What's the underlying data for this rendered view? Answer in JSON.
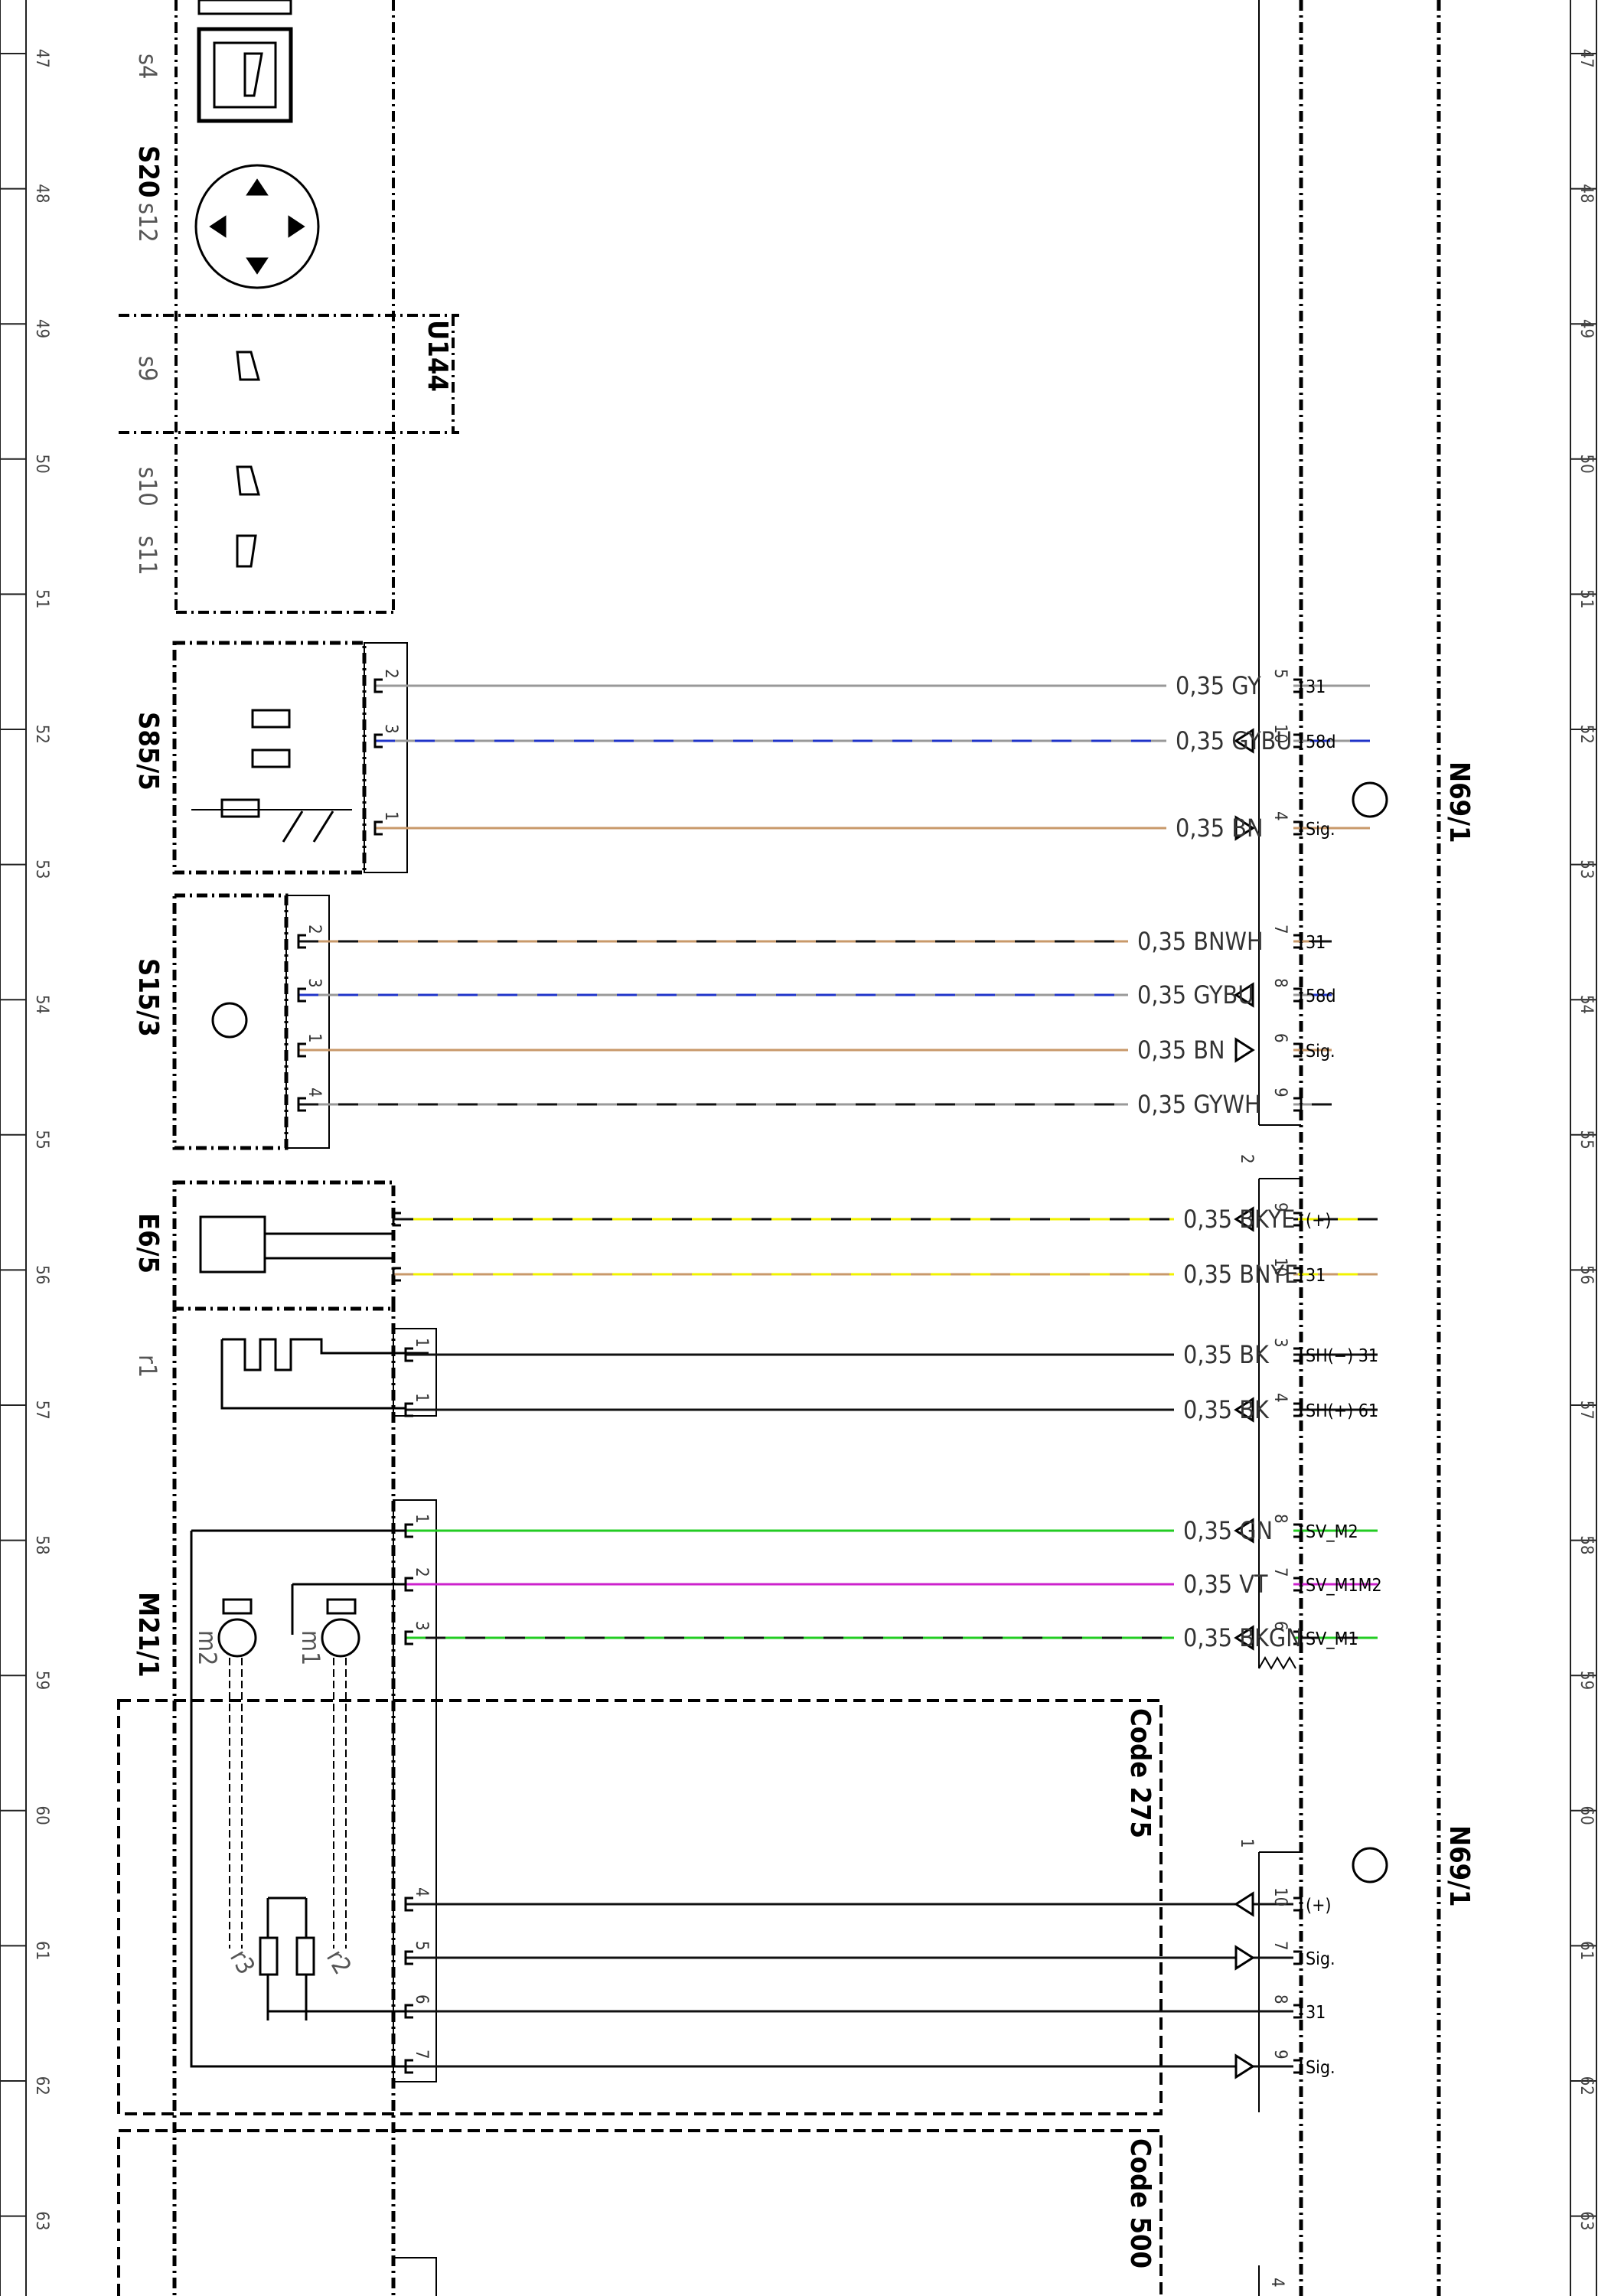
{
  "ruler": {
    "left": [
      "47",
      "48",
      "49",
      "50",
      "51",
      "52",
      "53",
      "54",
      "55",
      "56",
      "57",
      "58",
      "59",
      "60",
      "61",
      "62",
      "63"
    ],
    "right": [
      "47",
      "48",
      "49",
      "50",
      "51",
      "52",
      "53",
      "54",
      "55",
      "56",
      "57",
      "58",
      "59",
      "60",
      "61",
      "62",
      "63"
    ]
  },
  "components": {
    "s20": {
      "label": "S20",
      "sub_s4": "s4",
      "sub_s12": "s12",
      "sub_s9": "s9",
      "sub_s10": "s10",
      "sub_s11": "s11"
    },
    "u144": {
      "label": "U144"
    },
    "s85_5": {
      "label": "S85/5"
    },
    "s15_3": {
      "label": "S15/3"
    },
    "e6_5": {
      "label": "E6/5"
    },
    "r1": {
      "label": "r1"
    },
    "m21_1": {
      "label": "M21/1",
      "m1": "m1",
      "m2": "m2",
      "r2": "r2",
      "r3": "r3"
    },
    "n69_1_top": {
      "label": "N69/1"
    },
    "n69_1_bottom": {
      "label": "N69/1"
    },
    "code275": {
      "label": "Code 275"
    },
    "code500": {
      "label": "Code 500"
    },
    "connector2": {
      "label": "2"
    },
    "connector1": {
      "label": "1"
    }
  },
  "wires": [
    {
      "name": "0,35 GY",
      "left_pin": "2",
      "right_pin": "5",
      "func": "31"
    },
    {
      "name": "0,35 GYBU",
      "left_pin": "3",
      "right_pin": "10",
      "func": "58d"
    },
    {
      "name": "0,35 BN",
      "left_pin": "1",
      "right_pin": "4",
      "func": "Sig."
    },
    {
      "name": "0,35 BNWH",
      "left_pin": "2",
      "right_pin": "7",
      "func": "31"
    },
    {
      "name": "0,35 GYBU",
      "left_pin": "3",
      "right_pin": "8",
      "func": "58d"
    },
    {
      "name": "0,35 BN",
      "left_pin": "1",
      "right_pin": "6",
      "func": "Sig."
    },
    {
      "name": "0,35 GYWH",
      "left_pin": "4",
      "right_pin": "9",
      "func": ""
    },
    {
      "name": "0,35 BKYE",
      "left_pin": "",
      "right_pin": "9",
      "func": "(+)"
    },
    {
      "name": "0,35 BNYE",
      "left_pin": "",
      "right_pin": "10",
      "func": "31"
    },
    {
      "name": "0,35 BK",
      "left_pin": "1",
      "right_pin": "3",
      "func": "SH(−) 31"
    },
    {
      "name": "0,35 BK",
      "left_pin": "1",
      "right_pin": "4",
      "func": "SH(+) 61"
    },
    {
      "name": "0,35 GN",
      "left_pin": "1",
      "right_pin": "8",
      "func": "SV_M2"
    },
    {
      "name": "0,35 VT",
      "left_pin": "2",
      "right_pin": "7",
      "func": "SV_M1M2"
    },
    {
      "name": "0,35 BKGN",
      "left_pin": "3",
      "right_pin": "6",
      "func": "SV_M1"
    },
    {
      "name": "",
      "left_pin": "4",
      "right_pin": "10",
      "func": "(+)"
    },
    {
      "name": "",
      "left_pin": "5",
      "right_pin": "7",
      "func": "Sig."
    },
    {
      "name": "",
      "left_pin": "6",
      "right_pin": "8",
      "func": "31"
    },
    {
      "name": "",
      "left_pin": "7",
      "right_pin": "9",
      "func": "Sig."
    }
  ],
  "bottom_stub": {
    "right_pin": "4"
  },
  "colors": {
    "GY": "#999999",
    "BU": "#1f33c8",
    "BN": "#c8996a",
    "WH": "#e6e6e6",
    "YE": "#f2f200",
    "BK": "#111111",
    "GN": "#22cc22",
    "VT": "#cc22cc"
  }
}
